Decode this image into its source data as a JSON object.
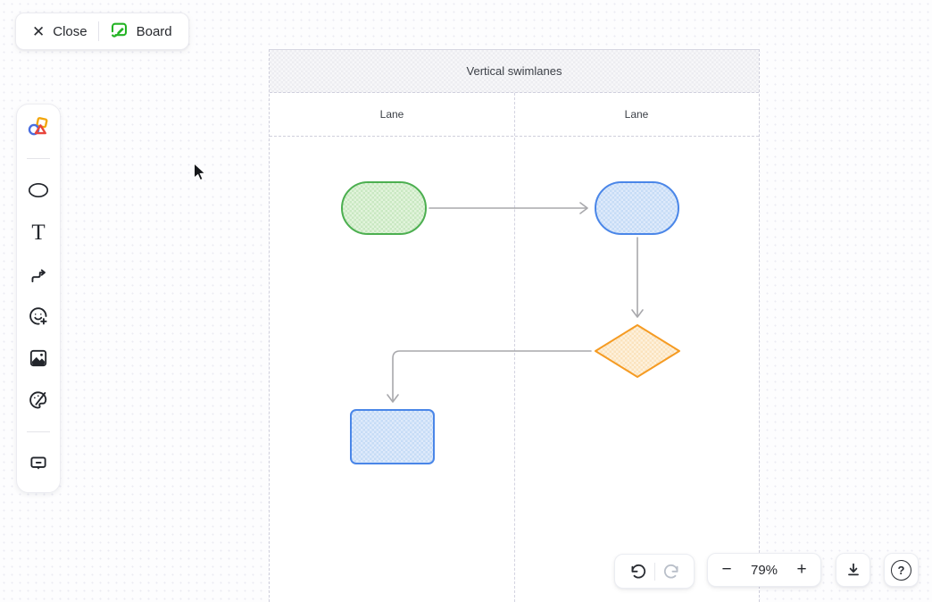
{
  "topbar": {
    "close_label": "Close",
    "board_label": "Board"
  },
  "toolbar": {
    "items": [
      {
        "label": "shapes-template"
      },
      {
        "label": "oval-shape"
      },
      {
        "label": "text"
      },
      {
        "label": "connector"
      },
      {
        "label": "sticker"
      },
      {
        "label": "image"
      },
      {
        "label": "draw"
      },
      {
        "label": "comment"
      }
    ],
    "text_tool_glyph": "T"
  },
  "diagram": {
    "title": "Vertical swimlanes",
    "lanes": [
      {
        "label": "Lane"
      },
      {
        "label": "Lane"
      }
    ],
    "shapes": [
      {
        "type": "stadium",
        "lane": 0,
        "fill": "#d6efcf",
        "border": "#4caf50"
      },
      {
        "type": "stadium",
        "lane": 1,
        "fill": "#d3e3f8",
        "border": "#4a86e8"
      },
      {
        "type": "diamond",
        "lane": 1,
        "fill": "#fcebd0",
        "border": "#f59b23"
      },
      {
        "type": "rectangle",
        "lane": 0,
        "fill": "#d3e3f8",
        "border": "#4a86e8"
      }
    ],
    "connectors": [
      {
        "from": "green-stadium",
        "to": "blue-stadium",
        "direction": "right"
      },
      {
        "from": "blue-stadium",
        "to": "orange-diamond",
        "direction": "down"
      },
      {
        "from": "orange-diamond",
        "to": "blue-rectangle",
        "direction": "left-down"
      }
    ]
  },
  "controls": {
    "zoom_level": "79%",
    "minus_label": "−",
    "plus_label": "+",
    "help_label": "?"
  },
  "colors": {
    "accent_green": "#23b324",
    "shape_green_border": "#4caf50",
    "shape_blue_border": "#4a86e8",
    "shape_orange_border": "#f59b23",
    "connector_gray": "#a8a8ac",
    "lane_border": "#cfcfdc",
    "header_fill": "#f0f0f2"
  }
}
